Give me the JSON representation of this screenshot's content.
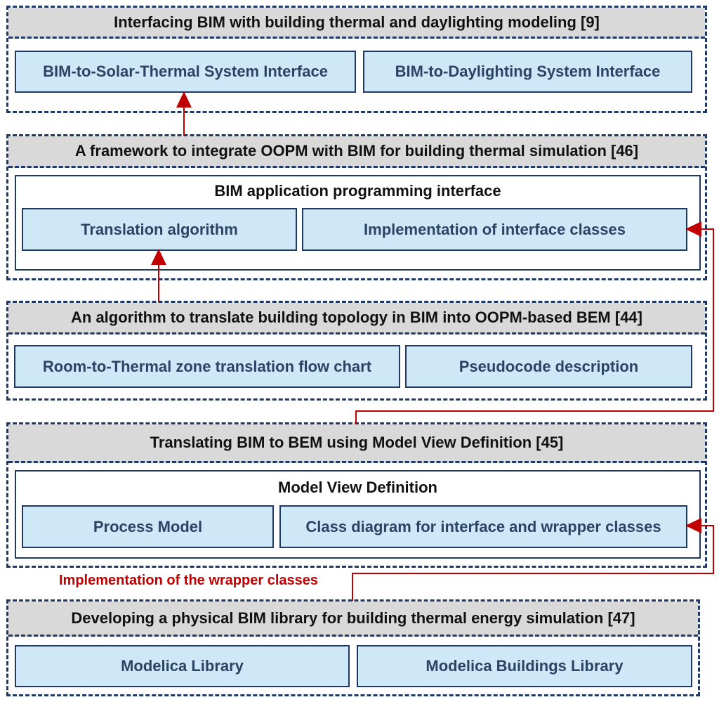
{
  "sections": {
    "s1": {
      "title": "Interfacing BIM with building thermal and daylighting modeling [9]",
      "boxes": [
        "BIM-to-Solar-Thermal System Interface",
        "BIM-to-Daylighting System Interface"
      ]
    },
    "s2": {
      "title": "A framework to integrate OOPM with BIM for building thermal simulation [46]",
      "subtitle": "BIM application programming interface",
      "boxes": [
        "Translation algorithm",
        "Implementation of interface classes"
      ]
    },
    "s3": {
      "title": "An algorithm to translate building topology in BIM into OOPM-based BEM [44]",
      "boxes": [
        "Room-to-Thermal zone translation flow chart",
        "Pseudocode description"
      ]
    },
    "s4": {
      "title": "Translating BIM to BEM using Model View Definition [45]",
      "subtitle": "Model View Definition",
      "boxes": [
        "Process Model",
        "Class diagram for interface and wrapper classes"
      ]
    },
    "s5": {
      "title": "Developing a physical BIM library for building thermal energy simulation [47]",
      "boxes": [
        "Modelica Library",
        "Modelica Buildings Library"
      ]
    }
  },
  "annotation": "Implementation of the wrapper classes",
  "colors": {
    "border": "#1f3864",
    "header": "#d9d9d9",
    "box_fill": "#cfe8f8",
    "box_text": "#2b4463",
    "arrow": "#c00000"
  }
}
